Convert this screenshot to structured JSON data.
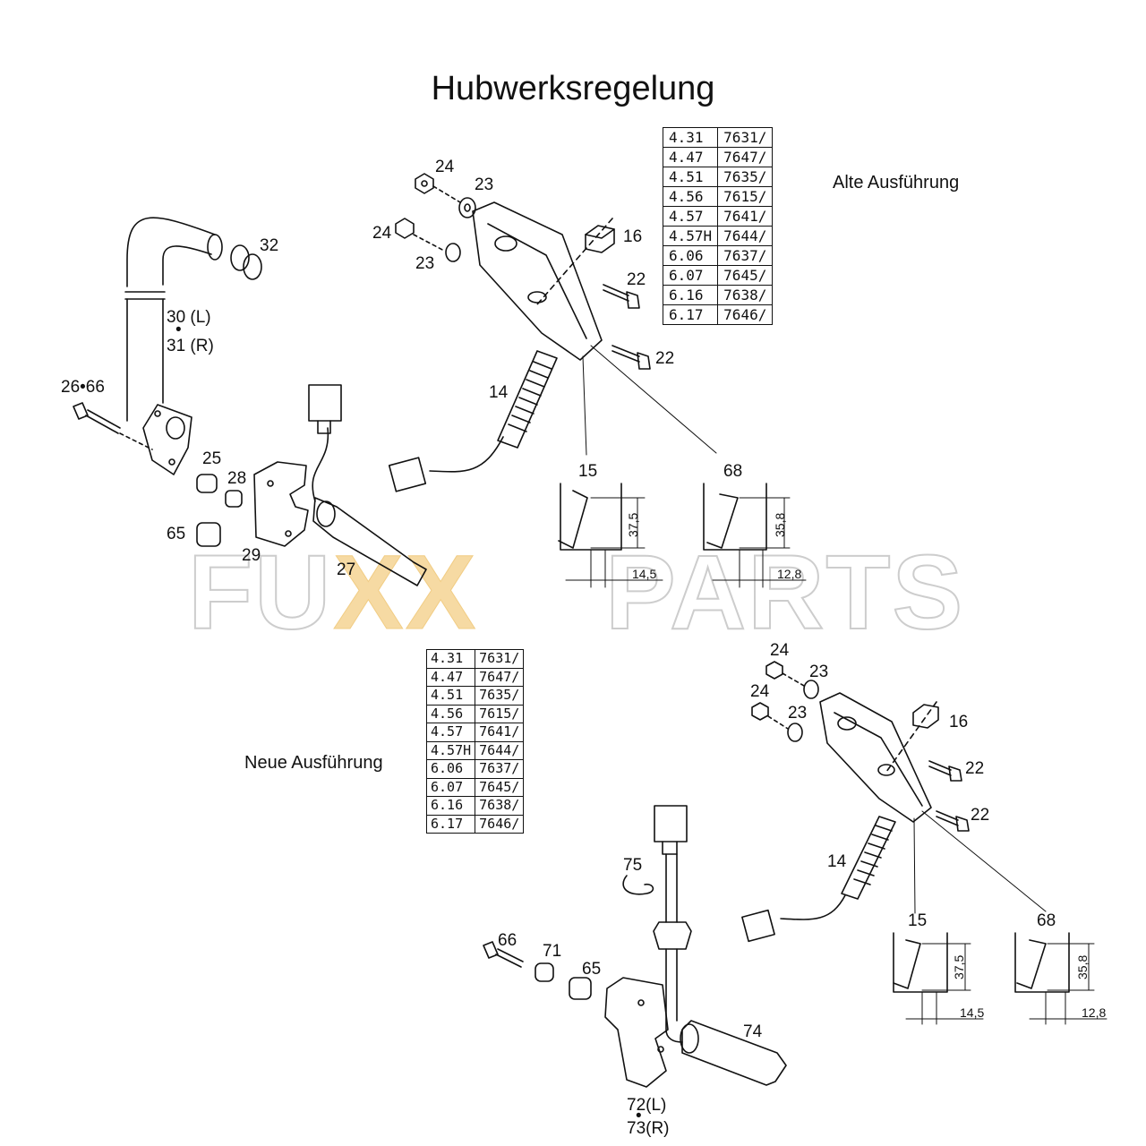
{
  "page": {
    "title": "Hubwerksregelung"
  },
  "variants": {
    "old_label": "Alte Ausführung",
    "new_label": "Neue Ausführung"
  },
  "model_tables": {
    "old": [
      {
        "model": "4.31",
        "serial": "7631/"
      },
      {
        "model": "4.47",
        "serial": "7647/"
      },
      {
        "model": "4.51",
        "serial": "7635/"
      },
      {
        "model": "4.56",
        "serial": "7615/"
      },
      {
        "model": "4.57",
        "serial": "7641/"
      },
      {
        "model": "4.57H",
        "serial": "7644/"
      },
      {
        "model": "6.06",
        "serial": "7637/"
      },
      {
        "model": "6.07",
        "serial": "7645/"
      },
      {
        "model": "6.16",
        "serial": "7638/"
      },
      {
        "model": "6.17",
        "serial": "7646/"
      }
    ],
    "new": [
      {
        "model": "4.31",
        "serial": "7631/"
      },
      {
        "model": "4.47",
        "serial": "7647/"
      },
      {
        "model": "4.51",
        "serial": "7635/"
      },
      {
        "model": "4.56",
        "serial": "7615/"
      },
      {
        "model": "4.57",
        "serial": "7641/"
      },
      {
        "model": "4.57H",
        "serial": "7644/"
      },
      {
        "model": "6.06",
        "serial": "7637/"
      },
      {
        "model": "6.07",
        "serial": "7645/"
      },
      {
        "model": "6.16",
        "serial": "7638/"
      },
      {
        "model": "6.17",
        "serial": "7646/"
      }
    ]
  },
  "watermark": {
    "part1": "FU",
    "part2": "XX",
    "part3": "PARTS",
    "accent_color": "#f6d69a",
    "outline_color": "#c8c8c8"
  },
  "callouts": {
    "old": {
      "c24a": "24",
      "c23a": "23",
      "c24b": "24",
      "c23b": "23",
      "c16": "16",
      "c22a": "22",
      "c22b": "22",
      "c32": "32",
      "c30": "30 (L)",
      "c31": "31 (R)",
      "c2666": "26•66",
      "c14": "14",
      "c25": "25",
      "c28": "28",
      "c65": "65",
      "c29": "29",
      "c27": "27",
      "c15": "15",
      "c68": "68"
    },
    "new": {
      "c24a": "24",
      "c23a": "23",
      "c24b": "24",
      "c23b": "23",
      "c16": "16",
      "c22a": "22",
      "c22b": "22",
      "c14": "14",
      "c15": "15",
      "c68": "68",
      "c75": "75",
      "c66": "66",
      "c71": "71",
      "c65": "65",
      "c74": "74",
      "c72": "72(L)",
      "c73": "73(R)"
    }
  },
  "dimensions": {
    "old_15_height": "37,5",
    "old_15_width": "14,5",
    "old_68_height": "35,8",
    "old_68_width": "12,8",
    "new_15_height": "37,5",
    "new_15_width": "14,5",
    "new_68_height": "35,8",
    "new_68_width": "12,8"
  }
}
